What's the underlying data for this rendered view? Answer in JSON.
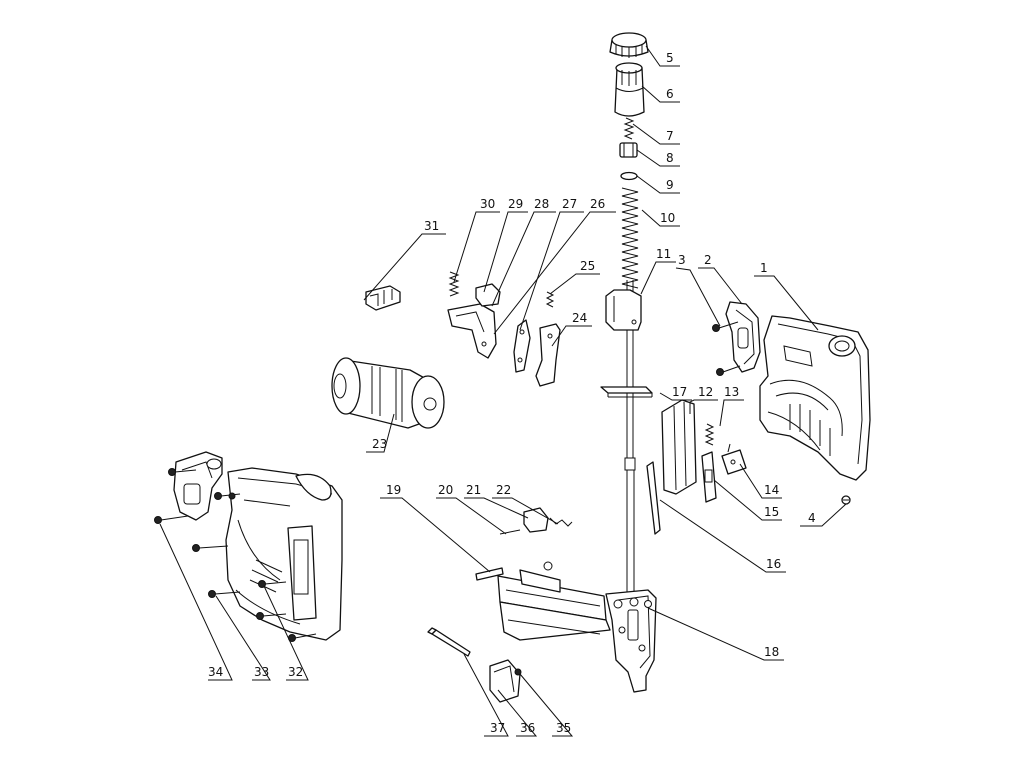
{
  "figure": "exploded-parts-diagram",
  "labels": {
    "l1": "1",
    "l2": "2",
    "l3": "3",
    "l4": "4",
    "l5": "5",
    "l6": "6",
    "l7": "7",
    "l8": "8",
    "l9": "9",
    "l10": "10",
    "l11": "11",
    "l12": "12",
    "l13": "13",
    "l14": "14",
    "l15": "15",
    "l16": "16",
    "l17": "17",
    "l18": "18",
    "l19": "19",
    "l20": "20",
    "l21": "21",
    "l22": "22",
    "l23": "23",
    "l24": "24",
    "l25": "25",
    "l26": "26",
    "l27": "27",
    "l28": "28",
    "l29": "29",
    "l30": "30",
    "l31": "31",
    "l32": "32",
    "l33": "33",
    "l34": "34",
    "l35": "35",
    "l36": "36",
    "l37": "37"
  }
}
